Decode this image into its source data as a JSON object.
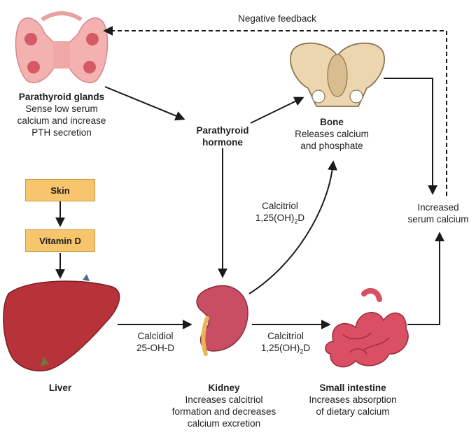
{
  "feedback_label": "Negative feedback",
  "parathyroid": {
    "title": "Parathyroid glands",
    "lines": [
      "Sense low serum",
      "calcium and increase",
      "PTH secretion"
    ]
  },
  "pth": {
    "lines": [
      "Parathyroid",
      "hormone"
    ]
  },
  "bone": {
    "title": "Bone",
    "lines": [
      "Releases calcium",
      "and phosphate"
    ]
  },
  "calcitriol_bone": {
    "line1": "Calcitriol",
    "line2_pre": "1,25(OH)",
    "line2_sub": "2",
    "line2_post": "D"
  },
  "serum": {
    "lines": [
      "Increased",
      "serum calcium"
    ]
  },
  "skin_box": "Skin",
  "vitd_box": "Vitamin D",
  "liver": {
    "title": "Liver"
  },
  "calcidiol": {
    "lines": [
      "Calcidiol",
      "25-OH-D"
    ]
  },
  "kidney": {
    "title": "Kidney",
    "lines": [
      "Increases calcitriol",
      "formation and decreases",
      "calcium excretion"
    ]
  },
  "calcitriol_int": {
    "line1": "Calcitriol",
    "line2_pre": "1,25(OH)",
    "line2_sub": "2",
    "line2_post": "D"
  },
  "intestine": {
    "title": "Small intestine",
    "lines": [
      "Increases absorption",
      "of dietary calcium"
    ]
  },
  "colors": {
    "organ_red": "#b8323a",
    "gland_pink": "#f1a3a3",
    "bone_tan": "#ecd6b0",
    "box_orange": "#f7c56c",
    "arrow": "#1a1a1a"
  }
}
